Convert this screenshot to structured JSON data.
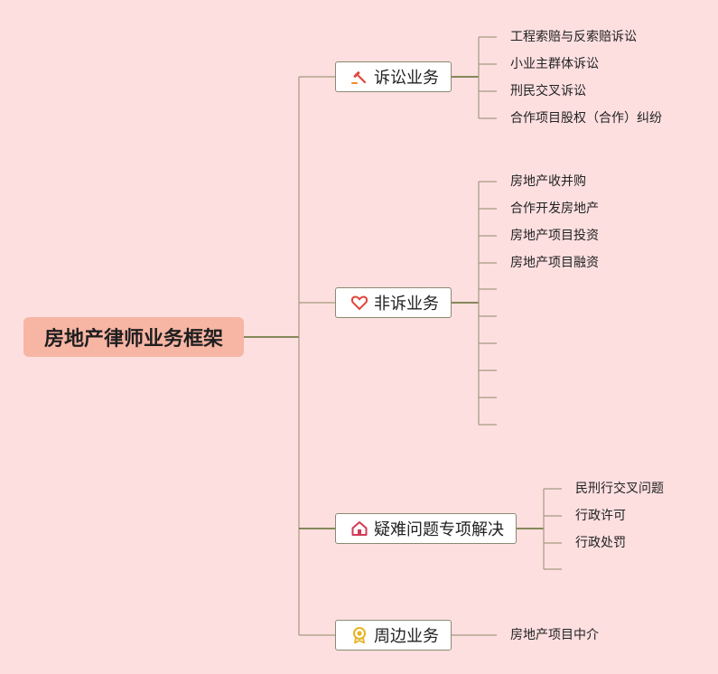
{
  "root": {
    "label": "房地产律师业务框架"
  },
  "branches": [
    {
      "label": "诉讼业务",
      "icon": "gavel-icon",
      "children": [
        "工程索赔与反索赔诉讼",
        "小业主群体诉讼",
        "刑民交叉诉讼",
        "合作项目股权（合作）纠纷"
      ]
    },
    {
      "label": "非诉业务",
      "icon": "heart-icon",
      "children": [
        "房地产收并购",
        "合作开发房地产",
        "房地产项目投资",
        "房地产项目融资",
        "",
        "",
        "",
        "",
        "",
        ""
      ]
    },
    {
      "label": "疑难问题专项解决",
      "icon": "house-icon",
      "children": [
        "民刑行交叉问题",
        "行政许可",
        "行政处罚",
        ""
      ]
    },
    {
      "label": "周边业务",
      "icon": "medal-icon",
      "children": [
        "房地产项目中介"
      ]
    }
  ],
  "colors": {
    "background": "#fddfe0",
    "root_fill": "#f7b5a4",
    "main_line": "#5f6b2c",
    "leaf_line": "#a59a80"
  }
}
